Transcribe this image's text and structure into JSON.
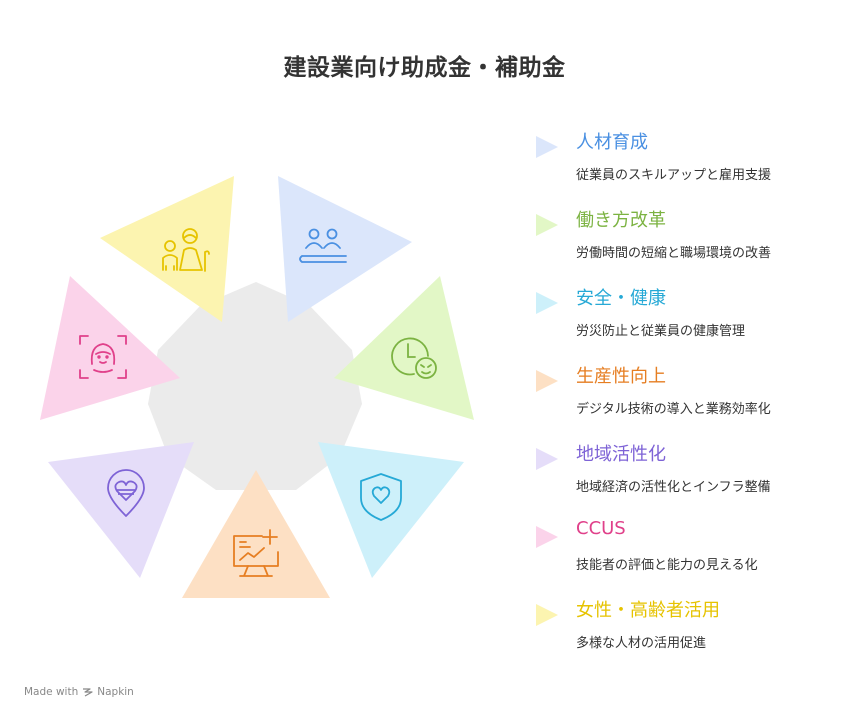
{
  "title": "建設業向け助成金・補助金",
  "items": [
    {
      "id": "jinzai",
      "heading": "人材育成",
      "desc": "従業員のスキルアップと雇用支援",
      "color": "#4a90e2",
      "fill": "#dbe6fb",
      "icon": "people-icon"
    },
    {
      "id": "hatarakikata",
      "heading": "働き方改革",
      "desc": "労働時間の短縮と職場環境の改善",
      "color": "#7cb342",
      "fill": "#e2f7c6",
      "icon": "clock-icon"
    },
    {
      "id": "anzen",
      "heading": "安全・健康",
      "desc": "労災防止と従業員の健康管理",
      "color": "#26a9d6",
      "fill": "#cdf0fa",
      "icon": "shield-heart-icon"
    },
    {
      "id": "seisansei",
      "heading": "生産性向上",
      "desc": "デジタル技術の導入と業務効率化",
      "color": "#e67e22",
      "fill": "#fde0c4",
      "icon": "chart-screen-icon"
    },
    {
      "id": "chiiki",
      "heading": "地域活性化",
      "desc": "地域経済の活性化とインフラ整備",
      "color": "#7e63d6",
      "fill": "#e5ddf9",
      "icon": "location-heart-icon"
    },
    {
      "id": "ccus",
      "heading": "CCUS",
      "desc": "技能者の評価と能力の見える化",
      "color": "#e0408a",
      "fill": "#fbd3ea",
      "icon": "face-scan-icon"
    },
    {
      "id": "josei",
      "heading": "女性・高齢者活用",
      "desc": "多様な人材の活用促進",
      "color": "#e6c300",
      "fill": "#fcf4b0",
      "icon": "woman-elder-icon"
    }
  ],
  "footer": {
    "made_with": "Made with",
    "brand": "Napkin"
  }
}
